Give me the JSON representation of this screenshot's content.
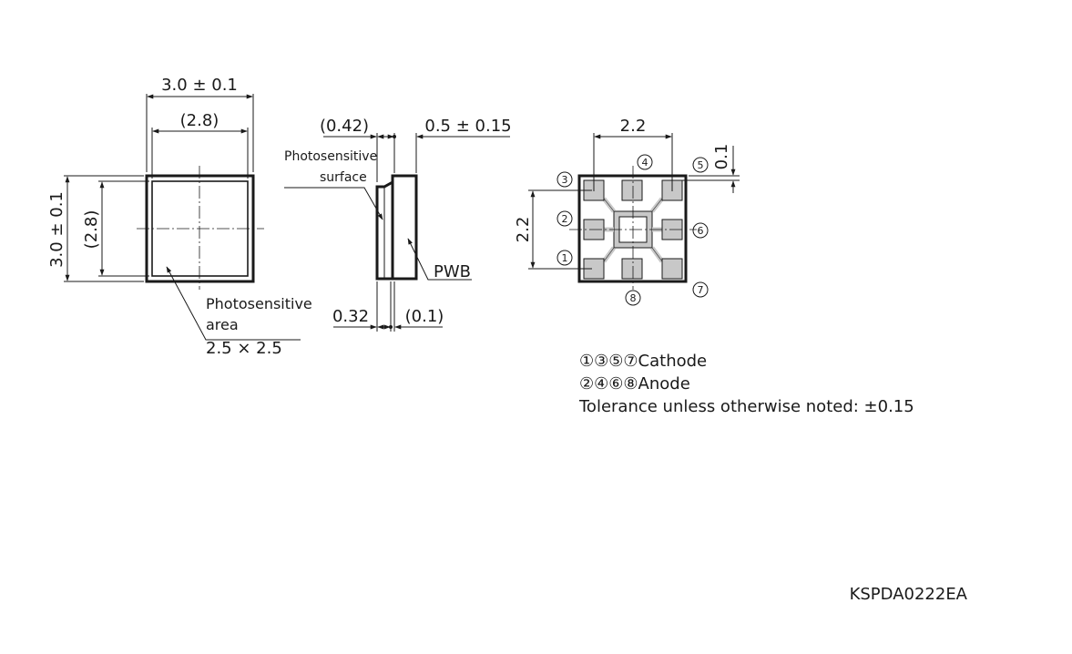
{
  "front_view": {
    "width_dim": "3.0 ± 0.1",
    "inner_width_dim": "(2.8)",
    "height_dim": "3.0 ± 0.1",
    "inner_height_dim": "(2.8)",
    "area_label_line1": "Photosensitive",
    "area_label_line2": "area",
    "area_size": "2.5 × 2.5"
  },
  "side_view": {
    "top_left_dim": "(0.42)",
    "top_right_dim": "0.5 ± 0.15",
    "surface_label_line1": "Photosensitive",
    "surface_label_line2": "surface",
    "pwb_label": "PWB",
    "bottom_left_dim": "0.32",
    "bottom_right_dim": "(0.1)"
  },
  "back_view": {
    "top_dim": "2.2",
    "left_dim": "2.2",
    "right_dim": "0.1",
    "pins": [
      "1",
      "2",
      "3",
      "4",
      "5",
      "6",
      "7",
      "8"
    ]
  },
  "legend": {
    "cathode_pins": "①③⑤⑦",
    "cathode_label": "Cathode",
    "anode_pins": "②④⑥⑧",
    "anode_label": "Anode",
    "tolerance_note": "Tolerance unless otherwise noted: ±0.15"
  },
  "drawing_id": "KSPDA0222EA"
}
